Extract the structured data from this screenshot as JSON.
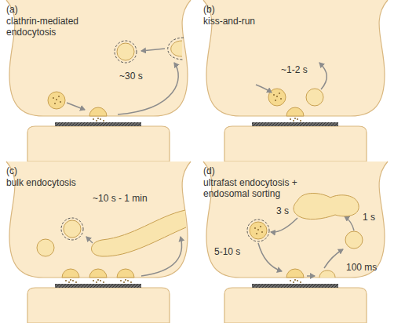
{
  "diagram": {
    "labels": [
      "(a)",
      "clathrin-mediated endocytosis",
      "~30 s",
      "(b)",
      "kiss-and-run",
      "~1-2 s",
      "(c)",
      "bulk endocytosis",
      "~10 s - 1 min",
      "(d)",
      "ultrafast endocytosis + endosomal sorting",
      "3 s",
      "1 s",
      "5-10 s",
      "100 ms"
    ]
  }
}
